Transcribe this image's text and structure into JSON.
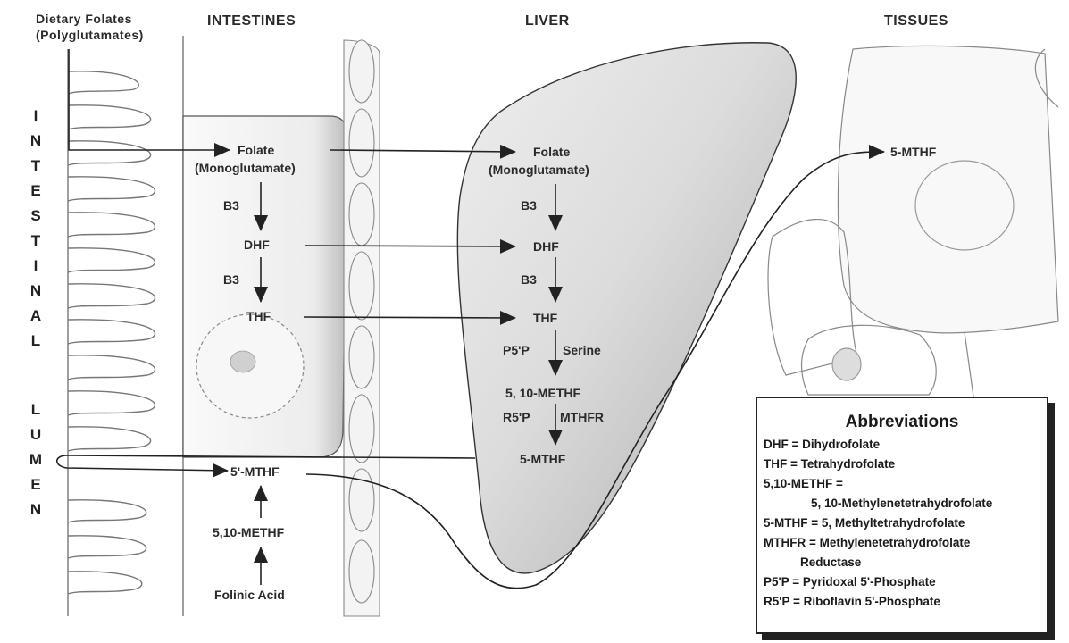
{
  "headers": {
    "dietary_1": "Dietary Folates",
    "dietary_2": "(Polyglutamates)",
    "intestines": "INTESTINES",
    "liver": "LIVER",
    "tissues": "TISSUES"
  },
  "lumen_letters": [
    "I",
    "N",
    "T",
    "E",
    "S",
    "T",
    "I",
    "N",
    "A",
    "L",
    "L",
    "U",
    "M",
    "E",
    "N"
  ],
  "intestine_nodes": {
    "folate": "Folate",
    "monoglutamate": "(Monoglutamate)",
    "b3_a": "B3",
    "dhf": "DHF",
    "b3_b": "B3",
    "thf": "THF",
    "mthf": "5'-MTHF",
    "methf": "5,10-METHF",
    "folinic": "Folinic Acid"
  },
  "liver_nodes": {
    "folate": "Folate",
    "monoglutamate": "(Monoglutamate)",
    "b3_a": "B3",
    "dhf": "DHF",
    "b3_b": "B3",
    "thf": "THF",
    "p5p": "P5'P",
    "serine": "Serine",
    "methf": "5, 10-METHF",
    "r5p": "R5'P",
    "mthfr": "MTHFR",
    "mthf": "5-MTHF"
  },
  "tissue_nodes": {
    "mthf": "5-MTHF"
  },
  "abbreviations": {
    "title": "Abbreviations",
    "lines": [
      "DHF = Dihydrofolate",
      "THF = Tetrahydrofolate",
      "5,10-METHF =",
      "5, 10-Methylenetetrahydrofolate",
      "5-MTHF =  5, Methyltetrahydrofolate",
      "MTHFR = Methylenetetrahydrofolate",
      "Reductase",
      "P5'P = Pyridoxal 5'-Phosphate",
      "R5'P = Riboflavin 5'-Phosphate"
    ]
  }
}
